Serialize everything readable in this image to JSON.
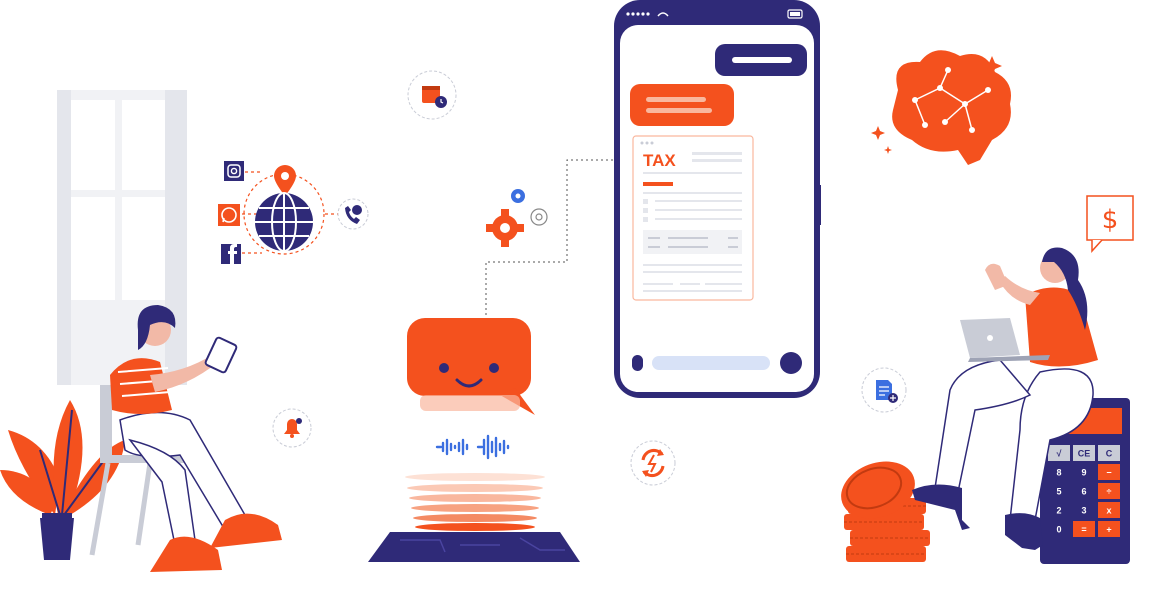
{
  "colors": {
    "orange": "#F4511E",
    "navy": "#2F2A78",
    "blue": "#3B6FE0",
    "light_orange": "#F9B79E",
    "light_gray": "#E9ECF3",
    "skin": "#F2B9A7"
  },
  "phone": {
    "document_title": "TAX"
  },
  "calculator": {
    "function_keys": [
      "√",
      "CE",
      "C"
    ],
    "rows": [
      [
        "8",
        "9",
        "−"
      ],
      [
        "5",
        "6",
        "÷"
      ],
      [
        "2",
        "3",
        "x"
      ],
      [
        "0",
        "=",
        "+"
      ]
    ]
  },
  "speech_bubble": {
    "symbol": "$"
  },
  "icons": [
    "instagram-icon",
    "whatsapp-icon",
    "facebook-icon",
    "location-pin-icon",
    "globe-icon",
    "phone-24-icon",
    "calendar-clock-icon",
    "gear-icon",
    "notification-bell-icon",
    "sync-icon",
    "document-add-icon",
    "brain-icon"
  ]
}
